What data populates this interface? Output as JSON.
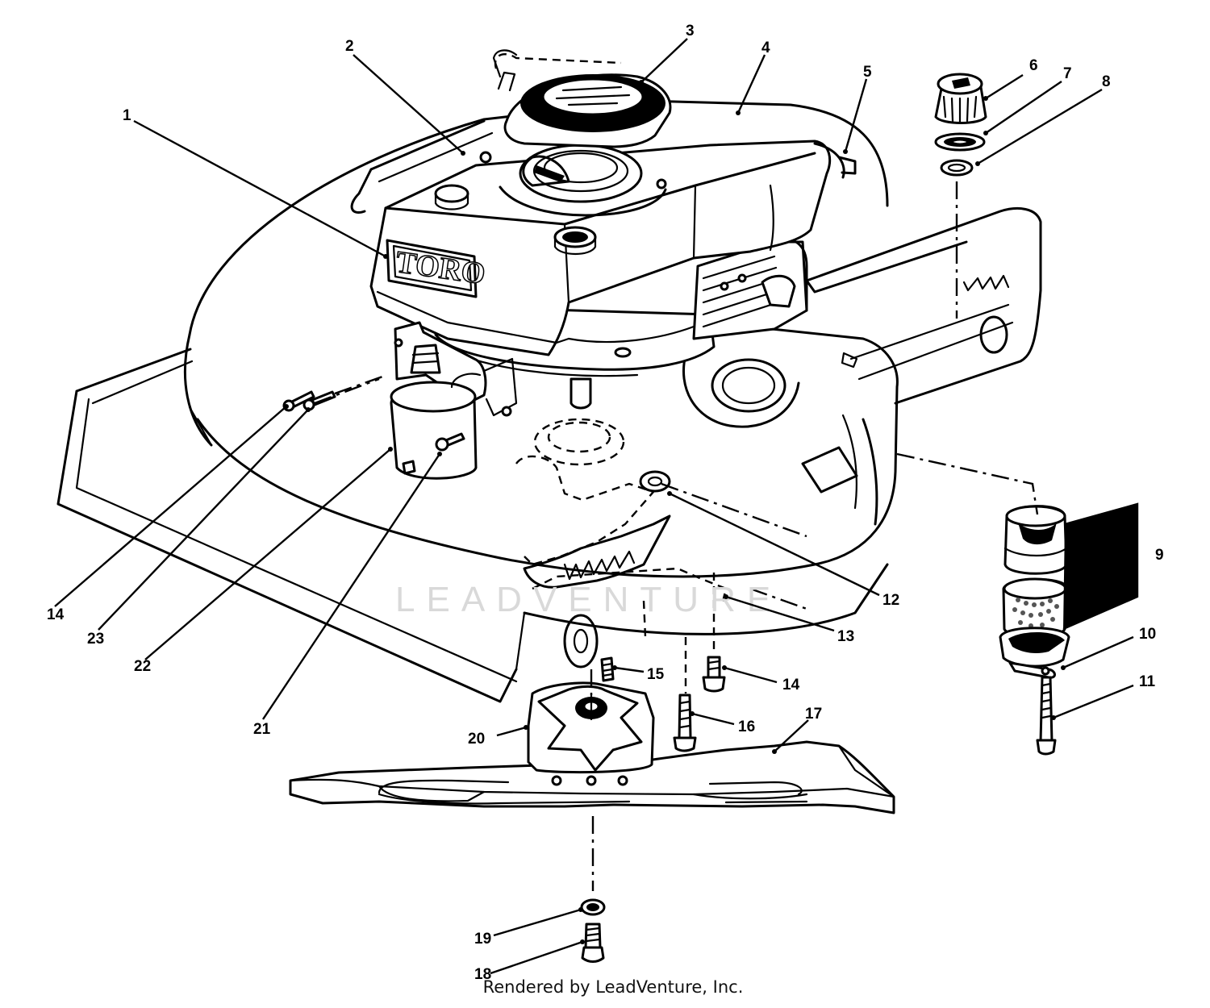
{
  "diagram": {
    "brand_label": "TORO",
    "watermark": "LEADVENTURE",
    "credit": "Rendered by LeadVenture, Inc.",
    "callouts": [
      {
        "id": "c1",
        "label": "1"
      },
      {
        "id": "c2",
        "label": "2"
      },
      {
        "id": "c3",
        "label": "3"
      },
      {
        "id": "c4",
        "label": "4"
      },
      {
        "id": "c5",
        "label": "5"
      },
      {
        "id": "c6",
        "label": "6"
      },
      {
        "id": "c7",
        "label": "7"
      },
      {
        "id": "c8",
        "label": "8"
      },
      {
        "id": "c9",
        "label": "9"
      },
      {
        "id": "c10",
        "label": "10"
      },
      {
        "id": "c11",
        "label": "11"
      },
      {
        "id": "c12",
        "label": "12"
      },
      {
        "id": "c13",
        "label": "13"
      },
      {
        "id": "c14a",
        "label": "14"
      },
      {
        "id": "c14b",
        "label": "14"
      },
      {
        "id": "c15",
        "label": "15"
      },
      {
        "id": "c16",
        "label": "16"
      },
      {
        "id": "c17",
        "label": "17"
      },
      {
        "id": "c18",
        "label": "18"
      },
      {
        "id": "c19",
        "label": "19"
      },
      {
        "id": "c20",
        "label": "20"
      },
      {
        "id": "c21",
        "label": "21"
      },
      {
        "id": "c22",
        "label": "22"
      },
      {
        "id": "c23",
        "label": "23"
      }
    ]
  }
}
